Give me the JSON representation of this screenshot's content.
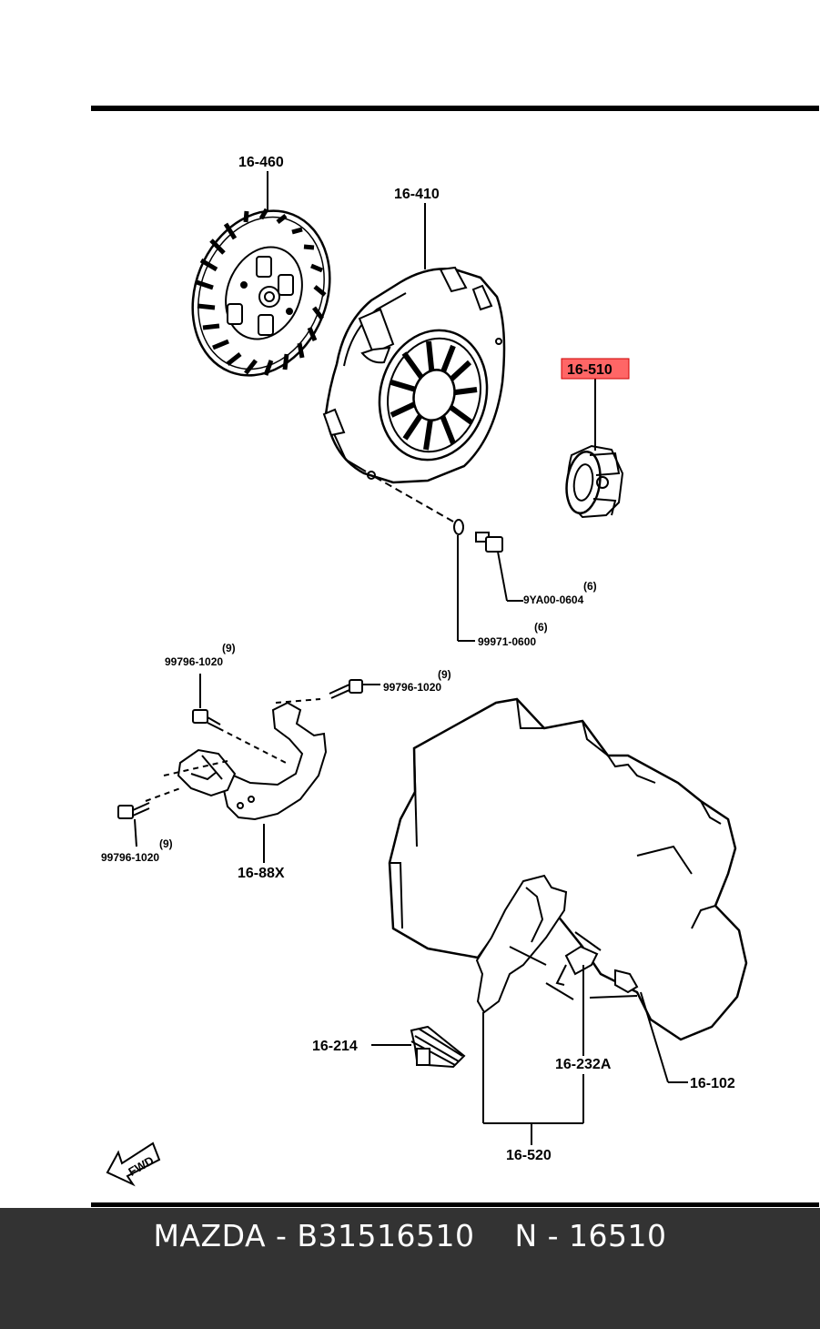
{
  "callouts": {
    "clutch_disc": "16-460",
    "clutch_cover": "16-410",
    "release_bearing": "16-510",
    "bolt_a_part": "9YA00-0604",
    "bolt_a_qty": "(6)",
    "washer_part": "99971-0600",
    "washer_qty": "(6)",
    "bolt_b_part": "99796-1020",
    "bolt_b_qty": "(9)",
    "bolt_c_part": "99796-1020",
    "bolt_c_qty": "(9)",
    "bolt_d_part": "99796-1020",
    "bolt_d_qty": "(9)",
    "cover_plate": "16-88X",
    "clip": "16-214",
    "release_fork_spring": "16-232A",
    "pivot": "16-102",
    "release_fork": "16-520",
    "fwd": "FWD"
  },
  "highlight": {
    "color": "#ff6666",
    "border": "#cc0000"
  },
  "footer": {
    "text": "MAZDA - B31516510    N - 16510"
  }
}
